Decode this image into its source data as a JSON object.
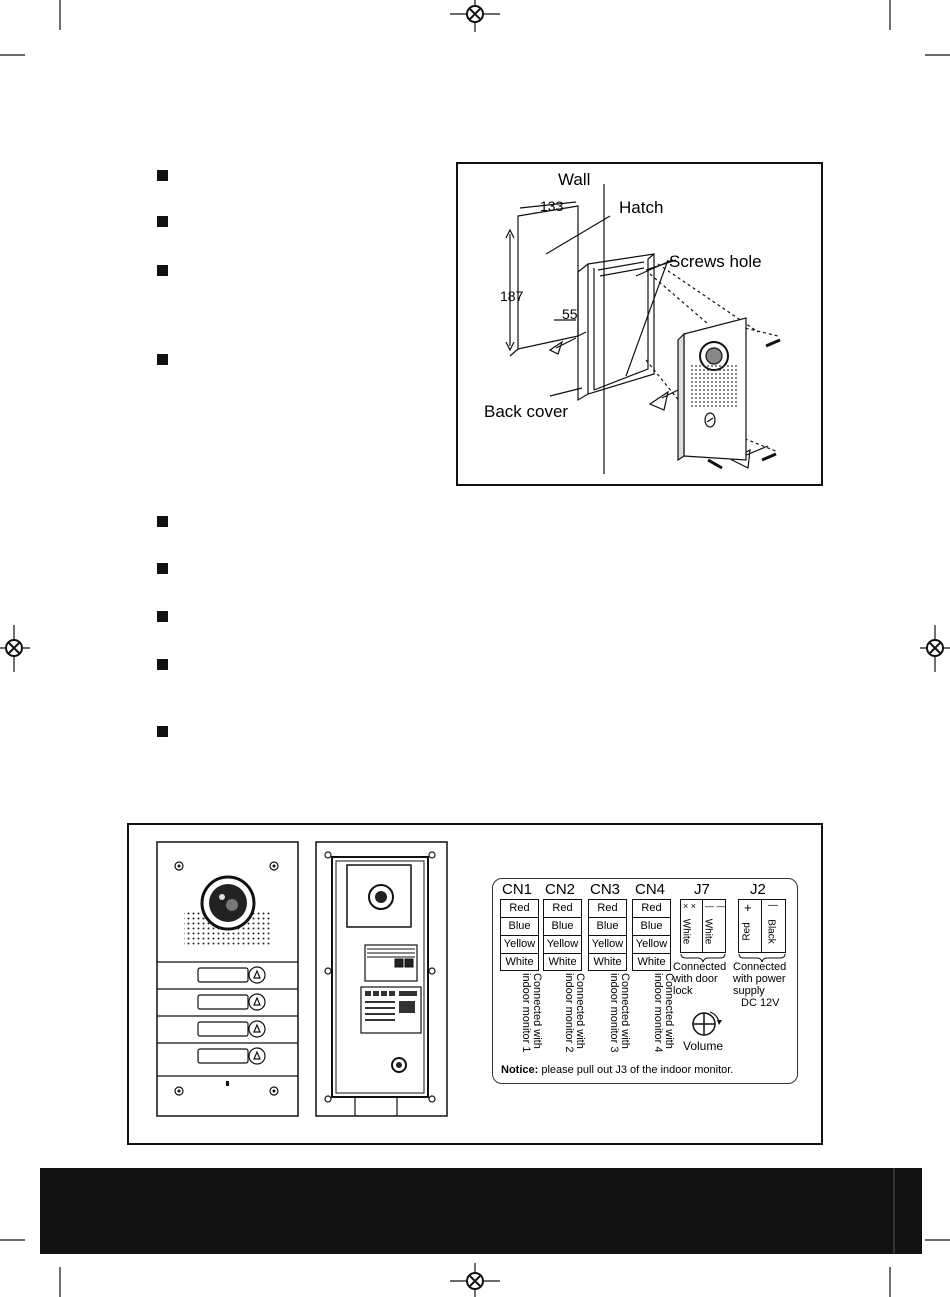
{
  "installation_diagram": {
    "wall": "Wall",
    "hatch": "Hatch",
    "screws_hole": "Screws hole",
    "back_cover": "Back cover",
    "dim_width": "133",
    "dim_height": "187",
    "dim_depth": "55"
  },
  "wiring_diagram": {
    "connectors": [
      {
        "name": "CN1",
        "wires": [
          "Red",
          "Blue",
          "Yellow",
          "White"
        ],
        "note": "Connected with indoor monitor 1"
      },
      {
        "name": "CN2",
        "wires": [
          "Red",
          "Blue",
          "Yellow",
          "White"
        ],
        "note": "Connected with indoor monitor 2"
      },
      {
        "name": "CN3",
        "wires": [
          "Red",
          "Blue",
          "Yellow",
          "White"
        ],
        "note": "Connected with indoor monitor 3"
      },
      {
        "name": "CN4",
        "wires": [
          "Red",
          "Blue",
          "Yellow",
          "White"
        ],
        "note": "Connected with indoor monitor 4"
      }
    ],
    "j7": {
      "name": "J7",
      "pins": [
        "White",
        "White"
      ],
      "signs": [
        "× ×",
        "— —"
      ],
      "note_line1": "Connected",
      "note_line2": "with door",
      "note_line3": "lock"
    },
    "j2": {
      "name": "J2",
      "pins": [
        "Red",
        "Black"
      ],
      "signs": [
        "+",
        "—"
      ],
      "note_line1": "Connected",
      "note_line2": "with power",
      "note_line3": "supply",
      "voltage": "DC 12V"
    },
    "volume": "Volume",
    "notice_label": "Notice:",
    "notice_text": " please pull out J3 of the indoor monitor."
  }
}
